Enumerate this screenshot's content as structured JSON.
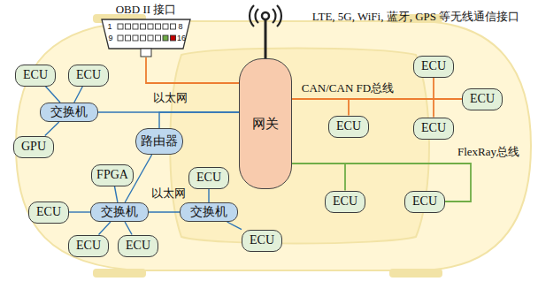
{
  "diagram": {
    "nodes": [
      {
        "text": [
          "OBD II 接口"
        ]
      },
      {
        "text": [
          "ECU"
        ]
      },
      {
        "text": [
          "ECU"
        ]
      },
      {
        "text": [
          "交换机"
        ]
      },
      {
        "text": [
          "GPU"
        ]
      },
      {
        "text": [
          "路由器"
        ]
      },
      {
        "text": [
          "FPGA"
        ]
      },
      {
        "text": [
          "ECU"
        ]
      },
      {
        "text": [
          "ECU"
        ]
      },
      {
        "text": [
          "交换机"
        ]
      },
      {
        "text": [
          "交换机"
        ]
      },
      {
        "text": [
          "ECU"
        ]
      },
      {
        "text": [
          "ECU"
        ]
      },
      {
        "text": [
          "ECU"
        ]
      },
      {
        "text": [
          "网关"
        ]
      },
      {
        "text": [
          "ECU"
        ]
      },
      {
        "text": [
          "ECU"
        ]
      },
      {
        "text": [
          "ECU"
        ]
      },
      {
        "text": [
          "ECU"
        ]
      },
      {
        "text": [
          "ECU"
        ]
      },
      {
        "text": [
          "ECU"
        ]
      }
    ],
    "edges": [
      {
        "from": 0,
        "to": 14,
        "arrow": "none"
      },
      {
        "from": 14,
        "to": 16,
        "arrow": "none"
      },
      {
        "from": 14,
        "to": 15,
        "arrow": "none"
      },
      {
        "from": 14,
        "to": 18,
        "arrow": "none"
      },
      {
        "from": 14,
        "to": 17,
        "arrow": "none"
      },
      {
        "from": 14,
        "to": 19,
        "arrow": "none"
      },
      {
        "from": 14,
        "to": 20,
        "arrow": "none"
      },
      {
        "from": 14,
        "to": 3,
        "arrow": "none"
      },
      {
        "from": 5,
        "to": 14,
        "arrow": "none"
      },
      {
        "from": 3,
        "to": 1,
        "arrow": "none"
      },
      {
        "from": 3,
        "to": 2,
        "arrow": "none"
      },
      {
        "from": 3,
        "to": 4,
        "arrow": "none"
      },
      {
        "from": 5,
        "to": 9,
        "arrow": "none"
      },
      {
        "from": 9,
        "to": 6,
        "arrow": "none"
      },
      {
        "from": 9,
        "to": 8,
        "arrow": "none"
      },
      {
        "from": 9,
        "to": 11,
        "arrow": "none"
      },
      {
        "from": 9,
        "to": 12,
        "arrow": "none"
      },
      {
        "from": 9,
        "to": 10,
        "arrow": "none"
      },
      {
        "from": 10,
        "to": 7,
        "arrow": "none"
      },
      {
        "from": 10,
        "to": 13,
        "arrow": "none"
      }
    ],
    "labels": [
      "LTE, 5G, WiFi, 蓝牙, GPS 等无线通信接口",
      "1",
      "8",
      "9",
      "16",
      "以太网",
      "以太网",
      "CAN/CAN FD总线",
      "FlexRay总线"
    ]
  }
}
